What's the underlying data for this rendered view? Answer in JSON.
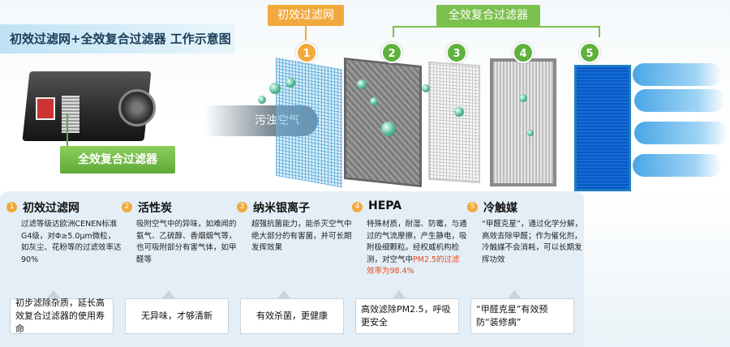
{
  "title": "初效过滤网+全效复合过滤器 工作示意图",
  "top_labels": {
    "primary": "初效过滤网",
    "composite": "全效复合过滤器"
  },
  "stage_numbers": [
    "1",
    "2",
    "3",
    "4",
    "5"
  ],
  "device_callout": "全效复合过滤器",
  "airflow_label": "污浊空气",
  "colors": {
    "orange": "#f2a93b",
    "green": "#5fb23c",
    "blue": "#3a9ee6",
    "highlight": "#e74c1c"
  },
  "columns": [
    {
      "num": "1",
      "head": "初效过滤网",
      "desc": "过滤等级达欧洲CENEN标准G4级，对Φ≥5.0μm微粒，如灰尘、花粉等的过滤效率达90%",
      "box": "初步滤除杂质，延长高效复合过滤器的使用寿命"
    },
    {
      "num": "2",
      "head": "活性炭",
      "desc": "吸附空气中的异味，如难闻的氨气、乙硫醇、香烟烟气等，也可吸附部分有害气体，如甲醛等",
      "box": "无异味，才够清新"
    },
    {
      "num": "3",
      "head": "纳米银离子",
      "desc": "超强抗菌能力，能杀灭空气中绝大部分的有害菌，并可长期发挥效果",
      "box": "有效杀菌，更健康"
    },
    {
      "num": "4",
      "head": "HEPA",
      "desc_a": "特殊材质，耐湿、防霉，与通过的气流摩擦，产生静电，吸附极细颗粒。经权威机构检测，对空气中",
      "desc_b": "PM2.5的过滤效率为98.4%",
      "box": "高效滤除PM2.5，呼吸更安全"
    },
    {
      "num": "5",
      "head": "冷触媒",
      "desc": "“甲醛克星”，通过化学分解，高效去除甲醛；作为催化剂，冷触媒不会消耗，可以长期发挥功效",
      "box": "“甲醛克星”有效预防“装修病”"
    }
  ]
}
